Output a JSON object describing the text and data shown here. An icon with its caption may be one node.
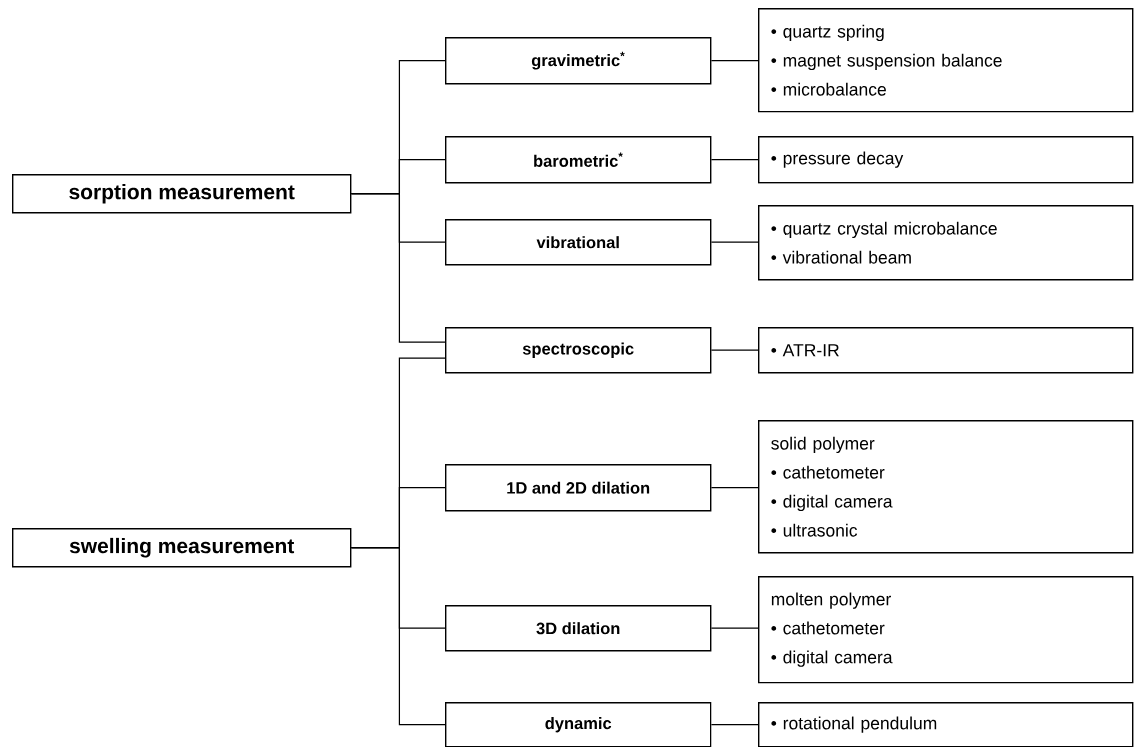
{
  "diagram": {
    "nodes": [
      {
        "text": [
          "sorption measurement"
        ]
      },
      {
        "text": [
          "swelling measurement"
        ]
      },
      {
        "text": [
          "gravimetric$^{*}$"
        ]
      },
      {
        "text": [
          "barometric$^{*}$"
        ]
      },
      {
        "text": [
          "vibrational"
        ]
      },
      {
        "text": [
          "spectroscopic"
        ]
      },
      {
        "text": [
          "1D and 2D dilation"
        ]
      },
      {
        "text": [
          "3D dilation"
        ]
      },
      {
        "text": [
          "dynamic"
        ]
      },
      {
        "text": [
          "• quartz spring",
          "• magnet suspension balance",
          "• microbalance"
        ]
      },
      {
        "text": [
          "• pressure decay"
        ]
      },
      {
        "text": [
          "• quartz crystal microbalance",
          "• vibrational beam"
        ]
      },
      {
        "text": [
          "• ATR-IR"
        ]
      },
      {
        "text": [
          "solid polymer",
          "• cathetometer",
          "• digital camera",
          "• ultrasonic"
        ]
      },
      {
        "text": [
          "molten polymer",
          "• cathetometer",
          "• digital camera"
        ]
      },
      {
        "text": [
          "• rotational pendulum"
        ]
      }
    ],
    "edges": [
      {
        "from": 0,
        "to": 2,
        "arrow": "none"
      },
      {
        "from": 0,
        "to": 3,
        "arrow": "none"
      },
      {
        "from": 0,
        "to": 4,
        "arrow": "none"
      },
      {
        "from": 0,
        "to": 5,
        "arrow": "none"
      },
      {
        "from": 1,
        "to": 5,
        "arrow": "none"
      },
      {
        "from": 1,
        "to": 6,
        "arrow": "none"
      },
      {
        "from": 1,
        "to": 7,
        "arrow": "none"
      },
      {
        "from": 1,
        "to": 8,
        "arrow": "none"
      },
      {
        "from": 2,
        "to": 9,
        "arrow": "none"
      },
      {
        "from": 3,
        "to": 10,
        "arrow": "none"
      },
      {
        "from": 4,
        "to": 11,
        "arrow": "none"
      },
      {
        "from": 5,
        "to": 12,
        "arrow": "none"
      },
      {
        "from": 6,
        "to": 13,
        "arrow": "none"
      },
      {
        "from": 7,
        "to": 14,
        "arrow": "none"
      },
      {
        "from": 8,
        "to": 15,
        "arrow": "none"
      }
    ]
  }
}
